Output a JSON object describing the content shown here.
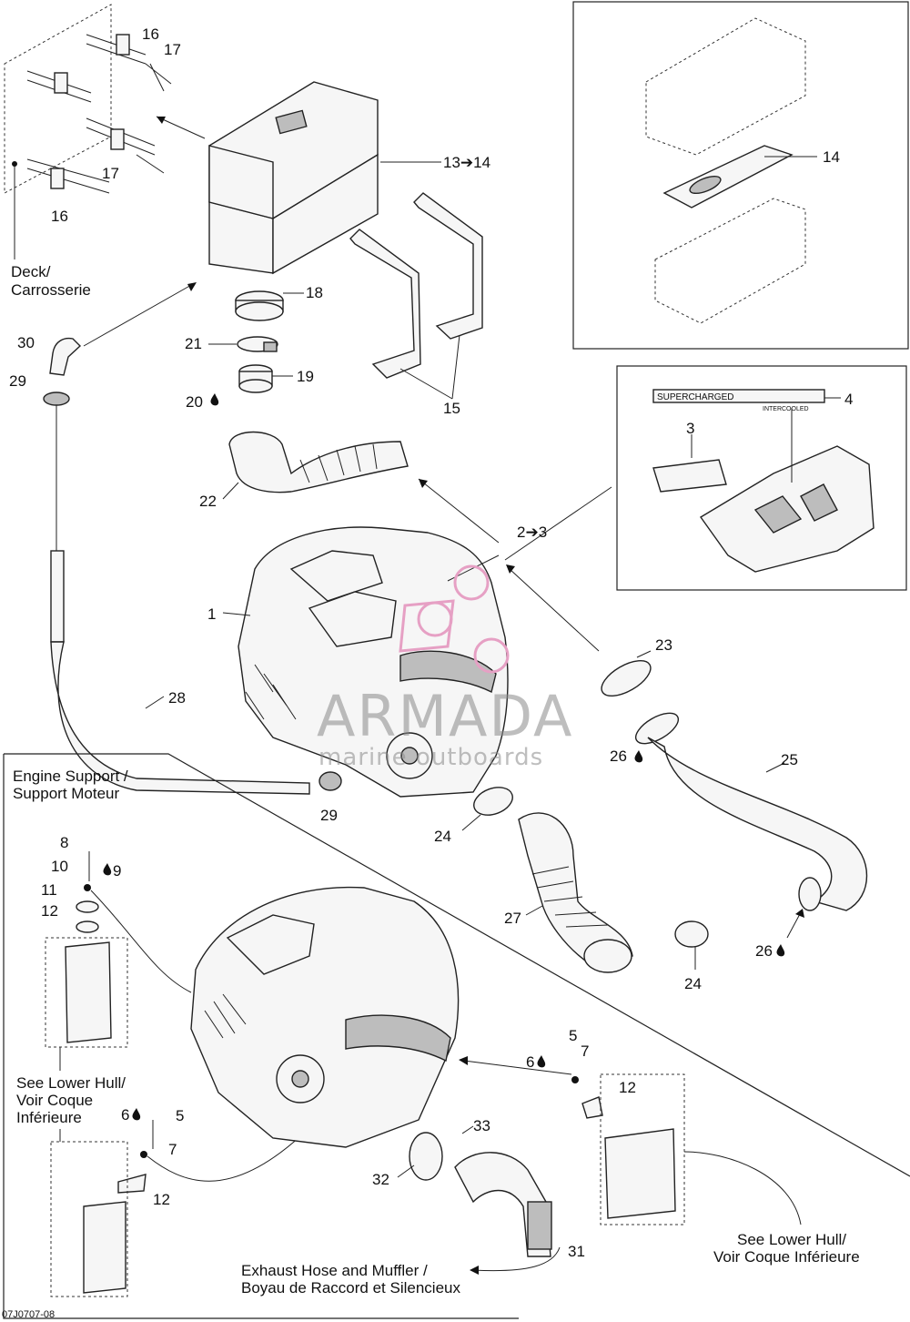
{
  "callouts": {
    "c1": "1",
    "c2_3": "2➔3",
    "c3": "3",
    "c4": "4",
    "c5a": "5",
    "c5b": "5",
    "c6a": "6",
    "c6b": "6",
    "c7a": "7",
    "c7b": "7",
    "c8": "8",
    "c9": "9",
    "c10": "10",
    "c11": "11",
    "c12a": "12",
    "c12b": "12",
    "c12c": "12",
    "c13_14": "13➔14",
    "c14": "14",
    "c15": "15",
    "c16a": "16",
    "c16b": "16",
    "c17a": "17",
    "c17b": "17",
    "c18": "18",
    "c19": "19",
    "c20": "20",
    "c21": "21",
    "c22": "22",
    "c23": "23",
    "c24a": "24",
    "c24b": "24",
    "c25": "25",
    "c26a": "26",
    "c26b": "26",
    "c27": "27",
    "c28": "28",
    "c29a": "29",
    "c29b": "29",
    "c30": "30",
    "c31": "31",
    "c32": "32",
    "c33": "33"
  },
  "labels": {
    "deck_line1": "Deck/",
    "deck_line2": "Carrosserie",
    "engine_support_line1": "Engine Support /",
    "engine_support_line2": "Support Moteur",
    "lower_hull_left_line1": "See Lower Hull/",
    "lower_hull_left_line2": "Voir Coque",
    "lower_hull_left_line3": "Inférieure",
    "lower_hull_right_line1": "See Lower Hull/",
    "lower_hull_right_line2": "Voir Coque Inférieure",
    "exhaust_line1": "Exhaust Hose and Muffler /",
    "exhaust_line2": "Boyau de Raccord et Silencieux",
    "figure_code": "07J0707-08",
    "decal_supercharged": "SUPERCHARGED",
    "decal_intercooled": "INTERCOOLED"
  },
  "watermark": {
    "brand": "ARMADA",
    "tagline": "marine outboards",
    "logo_color": "#e6a0c4"
  }
}
